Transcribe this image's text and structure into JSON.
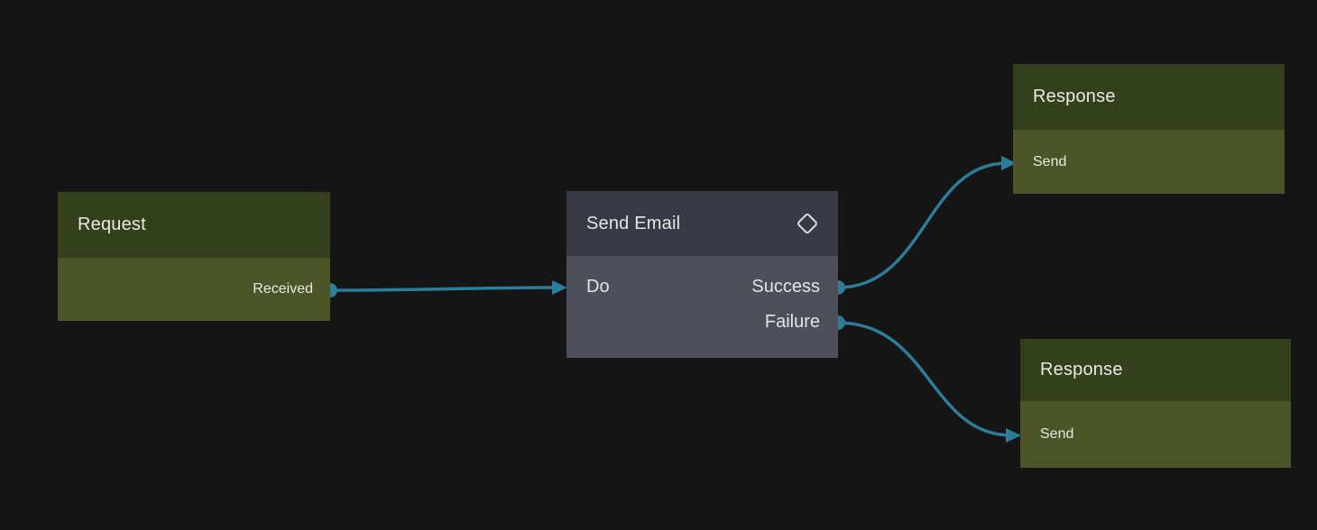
{
  "canvas": {
    "background": "#151515"
  },
  "colors": {
    "edge": "#2d7c99",
    "trigger_node_header": "#33401b",
    "trigger_node_body": "#4b5527",
    "action_node_header": "#383b45",
    "action_node_body": "#4d505a",
    "text": "#e8e9e3"
  },
  "nodes": [
    {
      "id": "request",
      "title": "Request",
      "kind": "trigger",
      "inputs": [],
      "outputs": [
        {
          "label": "Received"
        }
      ]
    },
    {
      "id": "send-email",
      "title": "Send Email",
      "kind": "action",
      "header_icon": "diamond-icon",
      "inputs": [
        {
          "label": "Do"
        }
      ],
      "outputs": [
        {
          "label": "Success"
        },
        {
          "label": "Failure"
        }
      ]
    },
    {
      "id": "response-success",
      "title": "Response",
      "kind": "trigger",
      "inputs": [
        {
          "label": "Send"
        }
      ],
      "outputs": []
    },
    {
      "id": "response-failure",
      "title": "Response",
      "kind": "trigger",
      "inputs": [
        {
          "label": "Send"
        }
      ],
      "outputs": []
    }
  ],
  "edges": [
    {
      "from": "Request.Received",
      "to": "Send Email.Do"
    },
    {
      "from": "Send Email.Success",
      "to": "Response.Send (top)"
    },
    {
      "from": "Send Email.Failure",
      "to": "Response.Send (bottom)"
    }
  ]
}
